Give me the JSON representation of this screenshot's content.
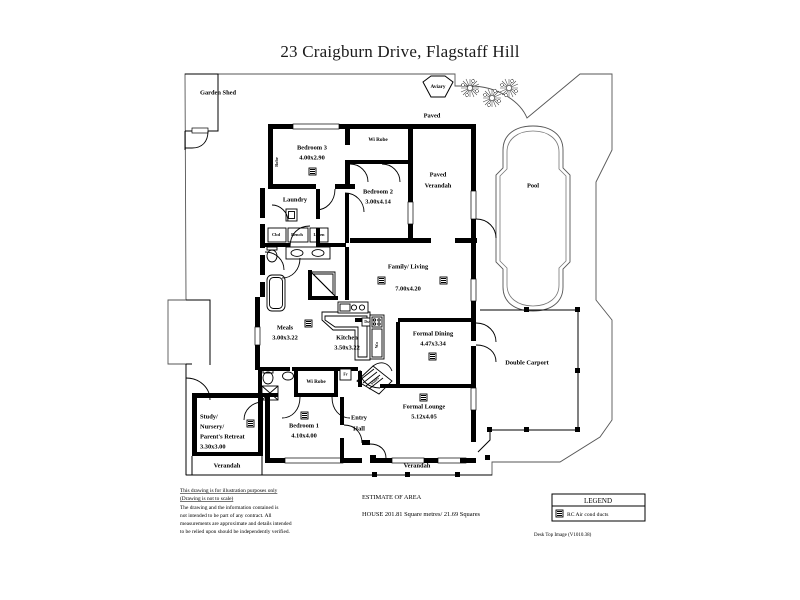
{
  "document": {
    "title": "23 Craigburn Drive,  Flagstaff Hill",
    "type": "real-estate-floor-plan"
  },
  "rooms": [
    {
      "id": "garden-shed",
      "name": "Garden Shed",
      "dims": ""
    },
    {
      "id": "aviary",
      "name": "Aviary",
      "dims": ""
    },
    {
      "id": "paved",
      "name": "Paved",
      "dims": ""
    },
    {
      "id": "paved-verandah",
      "name": "Paved\nVerandah",
      "dims": ""
    },
    {
      "id": "pool",
      "name": "Pool",
      "dims": ""
    },
    {
      "id": "bedroom-3",
      "name": "Bedroom 3",
      "dims": "4.00x2.90"
    },
    {
      "id": "bedroom-2",
      "name": "Bedroom 2",
      "dims": "3.00x4.14"
    },
    {
      "id": "bedroom-1",
      "name": "Bedroom 1",
      "dims": "4.10x4.00"
    },
    {
      "id": "family-living",
      "name": "Family/ Living",
      "dims": "7.00x4.20"
    },
    {
      "id": "formal-dining",
      "name": "Formal Dining",
      "dims": "4.47x3.34"
    },
    {
      "id": "formal-lounge",
      "name": "Formal Lounge",
      "dims": "5.12x4.05"
    },
    {
      "id": "kitchen",
      "name": "Kitchen",
      "dims": "3.50x3.22"
    },
    {
      "id": "meals",
      "name": "Meals",
      "dims": "3.00x3.22"
    },
    {
      "id": "study",
      "name": "Study/ Nursery/ Parent's Retreat",
      "dims": "3.30x3.00"
    },
    {
      "id": "laundry",
      "name": "Laundry",
      "dims": ""
    },
    {
      "id": "entry-hall",
      "name": "Entry\nHall",
      "dims": ""
    },
    {
      "id": "double-carport",
      "name": "Double Carport",
      "dims": ""
    },
    {
      "id": "verandah-left",
      "name": "Verandah",
      "dims": ""
    },
    {
      "id": "verandah-right",
      "name": "Verandah",
      "dims": ""
    }
  ],
  "labels": {
    "garden_shed": "Garden Shed",
    "aviary": "Aviary",
    "paved": "Paved",
    "paved_verandah_1": "Paved",
    "paved_verandah_2": "Verandah",
    "pool": "Pool",
    "bedroom3_name": "Bedroom 3",
    "bedroom3_dims": "4.00x2.90",
    "bedroom2_name": "Bedroom 2",
    "bedroom2_dims": "3.00x4.14",
    "bedroom1_name": "Bedroom 1",
    "bedroom1_dims": "4.10x4.00",
    "robe_vertical": "Robe",
    "wi_robe_top": "Wi Robe",
    "wi_robe_bottom": "Wi Robe",
    "laundry": "Laundry",
    "cbd": "Cbd",
    "bench": "Bench",
    "linen": "Linen",
    "family_name": "Family/ Living",
    "family_dims": "7.00x4.20",
    "meals_name": "Meals",
    "meals_dims": "3.00x3.22",
    "kitchen_name": "Kitchen",
    "kitchen_dims": "3.50x3.22",
    "dishwasher": "Dw",
    "wall_oven": "W.o",
    "fridge": "Fr",
    "stairs": "Stairs",
    "formal_dining_name": "Formal Dining",
    "formal_dining_dims": "4.47x3.34",
    "formal_lounge_name": "Formal Lounge",
    "formal_lounge_dims": "5.12x4.05",
    "entry_hall_1": "Entry",
    "entry_hall_2": "Hall",
    "study_l1": "Study/",
    "study_l2": "Nursery/",
    "study_l3": "Parent's Retreat",
    "study_l4": "3.30x3.00",
    "double_carport": "Double Carport",
    "verandah_left": "Verandah",
    "verandah_right": "Verandah"
  },
  "disclaimer": {
    "line1": "This drawing is for illustration purposes only",
    "line2": "(Drawing is not to scale)",
    "line3": "The drawing and the information contained is",
    "line4": "not intended to be part of any contract.  All",
    "line5": "measurements are approximate and details intended",
    "line6": "to be relied upon should be independently verified."
  },
  "estimate": {
    "heading": "ESTIMATE OF AREA",
    "house": "HOUSE  201.81 Square metres/ 21.69 Squares"
  },
  "legend": {
    "title": "LEGEND",
    "item": "RC Air cond ducts",
    "icon": "air-cond-duct-icon"
  },
  "credit": {
    "text": "Desk Top Image  (V1010.38)"
  },
  "colors": {
    "ink": "#000000",
    "paper": "#ffffff",
    "thin_line": "#555555"
  }
}
